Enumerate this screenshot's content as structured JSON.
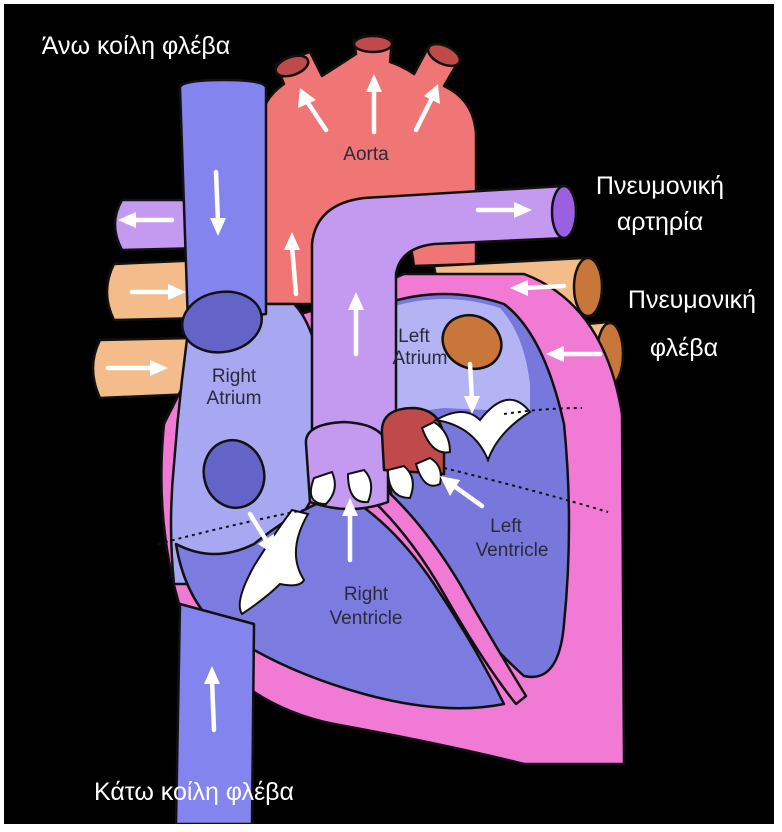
{
  "labels": {
    "superior_vena_cava": "Άνω κοίλη φλέβα",
    "inferior_vena_cava": "Κάτω κοίλη φλέβα",
    "aorta": "Aorta",
    "pulmonary_artery_line1": "Πνευμονική",
    "pulmonary_artery_line2": "αρτηρία",
    "pulmonary_vein_line1": "Πνευμονική",
    "pulmonary_vein_line2": "φλέβα",
    "left_atrium_line1": "Left",
    "left_atrium_line2": "Atrium",
    "right_atrium_line1": "Right",
    "right_atrium_line2": "Atrium",
    "left_ventricle_line1": "Left",
    "left_ventricle_line2": "Ventricle",
    "right_ventricle_line1": "Right",
    "right_ventricle_line2": "Ventricle"
  },
  "colors": {
    "background": "#000000",
    "aorta": "#f07676",
    "aorta_top": "#c04a4a",
    "vena_cava": "#8484ee",
    "right_atrium": "#a8a8f2",
    "right_ventricle": "#7c7ce0",
    "left_chambers": "#7878dc",
    "left_atrium_light": "#b4b4f4",
    "pulmonary_artery": "#c49af0",
    "pulmonary_vein": "#f4bc8a",
    "pulmonary_vein_end": "#c8763a",
    "heart_wall": "#f07ad4",
    "valve": "#ffffff"
  }
}
